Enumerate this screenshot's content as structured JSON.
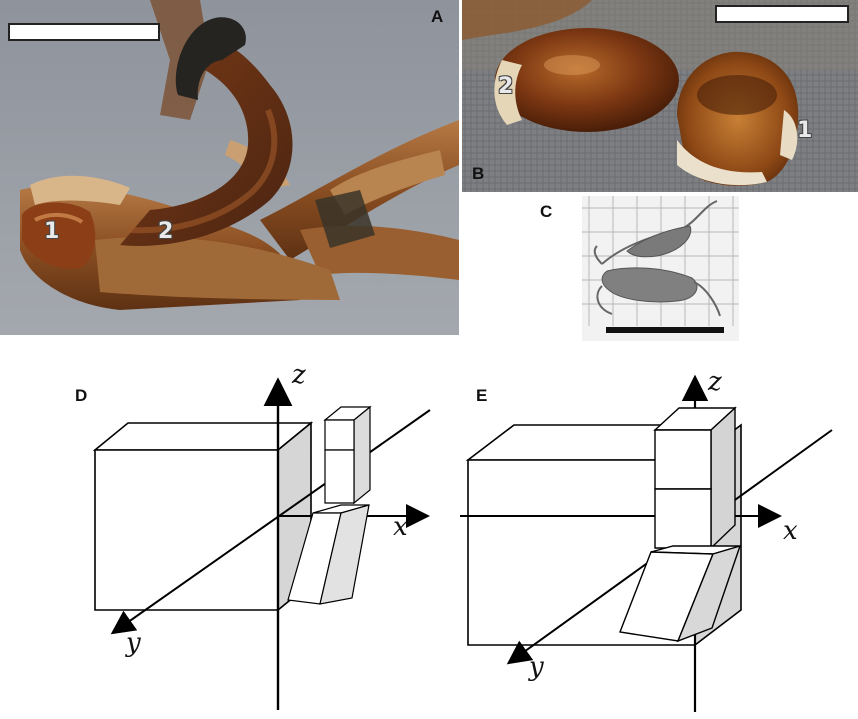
{
  "panels": {
    "A": {
      "letter": "A",
      "markers": [
        "1",
        "2"
      ]
    },
    "B": {
      "letter": "B",
      "markers": [
        "2",
        "1"
      ]
    },
    "C": {
      "letter": "C"
    },
    "D": {
      "letter": "D",
      "axes": {
        "x": "x",
        "y": "y",
        "z": "z"
      }
    },
    "E": {
      "letter": "E",
      "axes": {
        "x": "x",
        "y": "y",
        "z": "z"
      }
    }
  },
  "colors": {
    "tissue_brown": "#8a4a1e",
    "dark_cap": "#2a2a26",
    "background_grey": "#9aa0a8",
    "face_shaded": "#d8d8d8"
  }
}
